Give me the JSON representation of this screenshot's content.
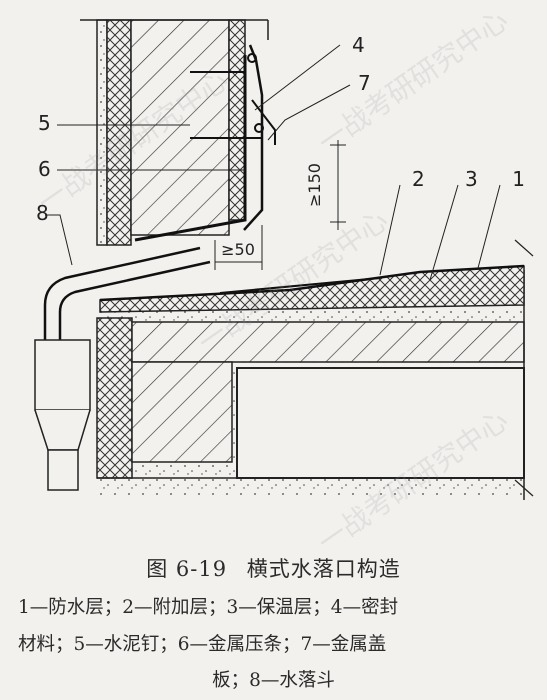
{
  "callouts": {
    "n1": "1",
    "n2": "2",
    "n3": "3",
    "n4": "4",
    "n5": "5",
    "n6": "6",
    "n7": "7",
    "n8": "8"
  },
  "dimensions": {
    "vertical": "≥150",
    "horizontal": "≥50"
  },
  "caption": {
    "figure_number": "图 6-19",
    "title": "横式水落口构造"
  },
  "legend": {
    "line1": "1—防水层；2—附加层；3—保温层；4—密封",
    "line2": "材料；5—水泥钉；6—金属压条；7—金属盖",
    "line3": "板；8—水落斗"
  },
  "watermark": "一战考研研究中心"
}
